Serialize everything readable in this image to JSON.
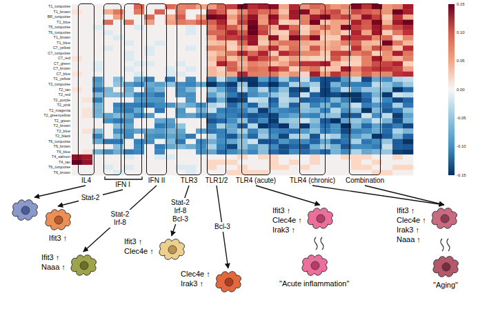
{
  "diagram": {
    "nodes": [
      {
        "text": [
          "IL4"
        ]
      },
      {
        "text": [
          "IFN I"
        ]
      },
      {
        "text": [
          "IFN II"
        ]
      },
      {
        "text": [
          "TLR3"
        ]
      },
      {
        "text": [
          "TLR1/2"
        ]
      },
      {
        "text": [
          "TLR4 (acute)"
        ]
      },
      {
        "text": [
          "TLR4 (chronic)"
        ]
      },
      {
        "text": [
          "Combination"
        ]
      },
      {
        "text": [
          "Ifit3 ↑"
        ]
      },
      {
        "text": [
          "Ifit3 ↑",
          "Naaa ↑"
        ]
      },
      {
        "text": [
          "Ifit3 ↑",
          "Clec4e ↑"
        ]
      },
      {
        "text": [
          "Clec4e ↑",
          "Irak3 ↑"
        ]
      },
      {
        "text": [
          "Ifit3 ↑",
          "Clec4e ↑",
          "Irak3 ↑"
        ]
      },
      {
        "text": [
          "\"Acute inflammation\""
        ]
      },
      {
        "text": [
          "Ifit3 ↑",
          "Clec4e ↑",
          "Irak3 ↑",
          "Naaa ↑"
        ]
      },
      {
        "text": [
          "\"Aging\""
        ]
      }
    ],
    "edges": [
      {
        "from": 1,
        "to": 8,
        "arrow": "to",
        "label": "Stat-2"
      },
      {
        "from": 2,
        "to": 9,
        "arrow": "to",
        "label": "Stat-2 Irf-8"
      },
      {
        "from": 3,
        "to": 10,
        "arrow": "to",
        "label": "Stat-2 Irf-8 Bcl-3"
      },
      {
        "from": 4,
        "to": 11,
        "arrow": "to",
        "label": "Bcl-3"
      },
      {
        "from": 5,
        "to": 12,
        "arrow": "to"
      },
      {
        "from": 6,
        "to": 14,
        "arrow": "to"
      },
      {
        "from": 7,
        "to": 14,
        "arrow": "to"
      }
    ],
    "labels": [
      "T1_turquoise",
      "T1_brown",
      "BR_turquoise",
      "T1_blue",
      "T5_turquoise",
      "T6_turquoise",
      "T1_brown",
      "T1_blue",
      "C7_yellow",
      "C7_turquoise",
      "C7_red",
      "C7_green",
      "C7_brown",
      "C7_blue",
      "T2_yellow",
      "T2_turquoise",
      "T2_tan",
      "T2_red",
      "T2_purple",
      "T2_pink",
      "T2_magenta",
      "T2_greenyellow",
      "T2_green",
      "T2_brown",
      "T2_blue",
      "T2_black",
      "T6_turquoise",
      "T6_brown",
      "T6_blue",
      "T4_salmon",
      "T4_tan",
      "T6_turquoise",
      "T6_brown",
      "0.15",
      "0.10",
      "0.05",
      "0.00",
      "-0.05",
      "-0.10",
      "-0.15"
    ]
  }
}
